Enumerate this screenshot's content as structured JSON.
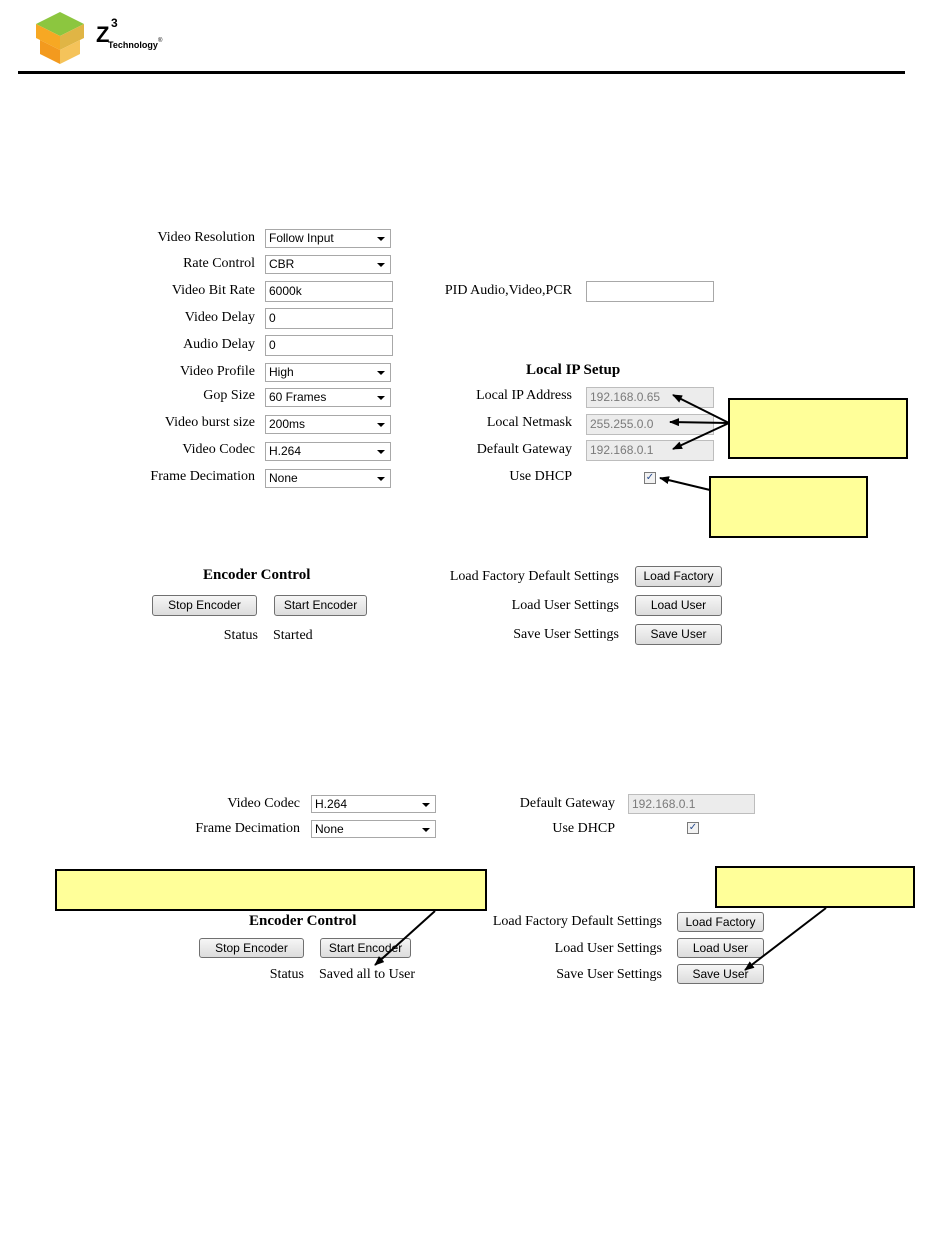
{
  "logo": {
    "brand": "Z3 Technology",
    "superscript": "3",
    "letter": "Z",
    "word": "Technology",
    "reg": "®"
  },
  "panel1": {
    "left_fields": [
      {
        "label": "Video Resolution",
        "type": "select",
        "value": "Follow Input"
      },
      {
        "label": "Rate Control",
        "type": "select",
        "value": "CBR"
      },
      {
        "label": "Video Bit Rate",
        "type": "text",
        "value": "6000k"
      },
      {
        "label": "Video Delay",
        "type": "text",
        "value": "0"
      },
      {
        "label": "Audio Delay",
        "type": "text",
        "value": "0"
      },
      {
        "label": "Video Profile",
        "type": "select",
        "value": "High"
      },
      {
        "label": "Gop Size",
        "type": "select",
        "value": "60 Frames"
      },
      {
        "label": "Video burst size",
        "type": "select",
        "value": "200ms"
      },
      {
        "label": "Video Codec",
        "type": "select",
        "value": "H.264"
      },
      {
        "label": "Frame Decimation",
        "type": "select",
        "value": "None"
      }
    ],
    "pid_label": "PID Audio,Video,PCR",
    "pid_value": "",
    "local_ip_title": "Local IP Setup",
    "local_ip_address_label": "Local IP Address",
    "local_ip_address_value": "192.168.0.65",
    "local_netmask_label": "Local Netmask",
    "local_netmask_value": "255.255.0.0",
    "default_gateway_label": "Default Gateway",
    "default_gateway_value": "192.168.0.1",
    "use_dhcp_label": "Use DHCP",
    "use_dhcp_checked": true,
    "encoder_control_title": "Encoder Control",
    "stop_encoder_label": "Stop Encoder",
    "start_encoder_label": "Start Encoder",
    "status_label": "Status",
    "status_value": "Started",
    "load_factory_text": "Load Factory Default Settings",
    "load_factory_button": "Load Factory",
    "load_user_text": "Load User Settings",
    "load_user_button": "Load User",
    "save_user_text": "Save User Settings",
    "save_user_button": "Save User"
  },
  "panel2": {
    "video_codec_label": "Video Codec",
    "video_codec_value": "H.264",
    "frame_decimation_label": "Frame Decimation",
    "frame_decimation_value": "None",
    "default_gateway_label": "Default Gateway",
    "default_gateway_value": "192.168.0.1",
    "use_dhcp_label": "Use DHCP",
    "use_dhcp_checked": true,
    "encoder_control_title": "Encoder Control",
    "stop_encoder_label": "Stop Encoder",
    "start_encoder_label": "Start Encoder",
    "status_label": "Status",
    "status_value": "Saved all to User",
    "load_factory_text": "Load Factory Default Settings",
    "load_factory_button": "Load Factory",
    "load_user_text": "Load User Settings",
    "load_user_button": "Load User",
    "save_user_text": "Save User Settings",
    "save_user_button": "Save User"
  },
  "colors": {
    "callout_fill": "#ffff99",
    "rule": "#000000"
  }
}
